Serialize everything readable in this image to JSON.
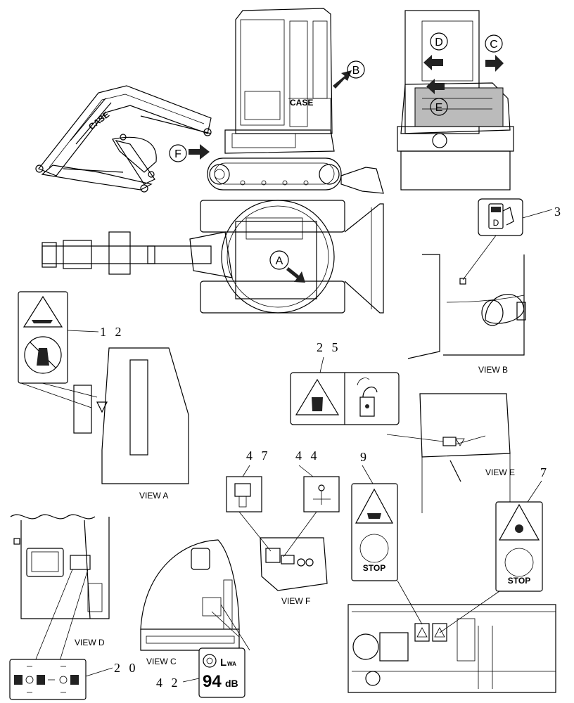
{
  "callouts": {
    "c3": "3",
    "c7": "7",
    "c9": "9",
    "c12": "1 2",
    "c20": "2 0",
    "c25": "2 5",
    "c42": "4 2",
    "c44": "4 4",
    "c47": "4 7"
  },
  "view_markers": [
    "A",
    "B",
    "C",
    "D",
    "E",
    "F"
  ],
  "view_labels": {
    "a": "VIEW A",
    "b": "VIEW B",
    "c": "VIEW C",
    "d": "VIEW D",
    "e": "VIEW E",
    "f": "VIEW F"
  },
  "decal_text": {
    "stop1": "STOP",
    "stop2": "STOP",
    "lwa": "L",
    "lwa_sub": "WA",
    "db_value": "94",
    "db_unit": "dB",
    "boom_brand": "CASE",
    "cab_brand": "CASE"
  }
}
